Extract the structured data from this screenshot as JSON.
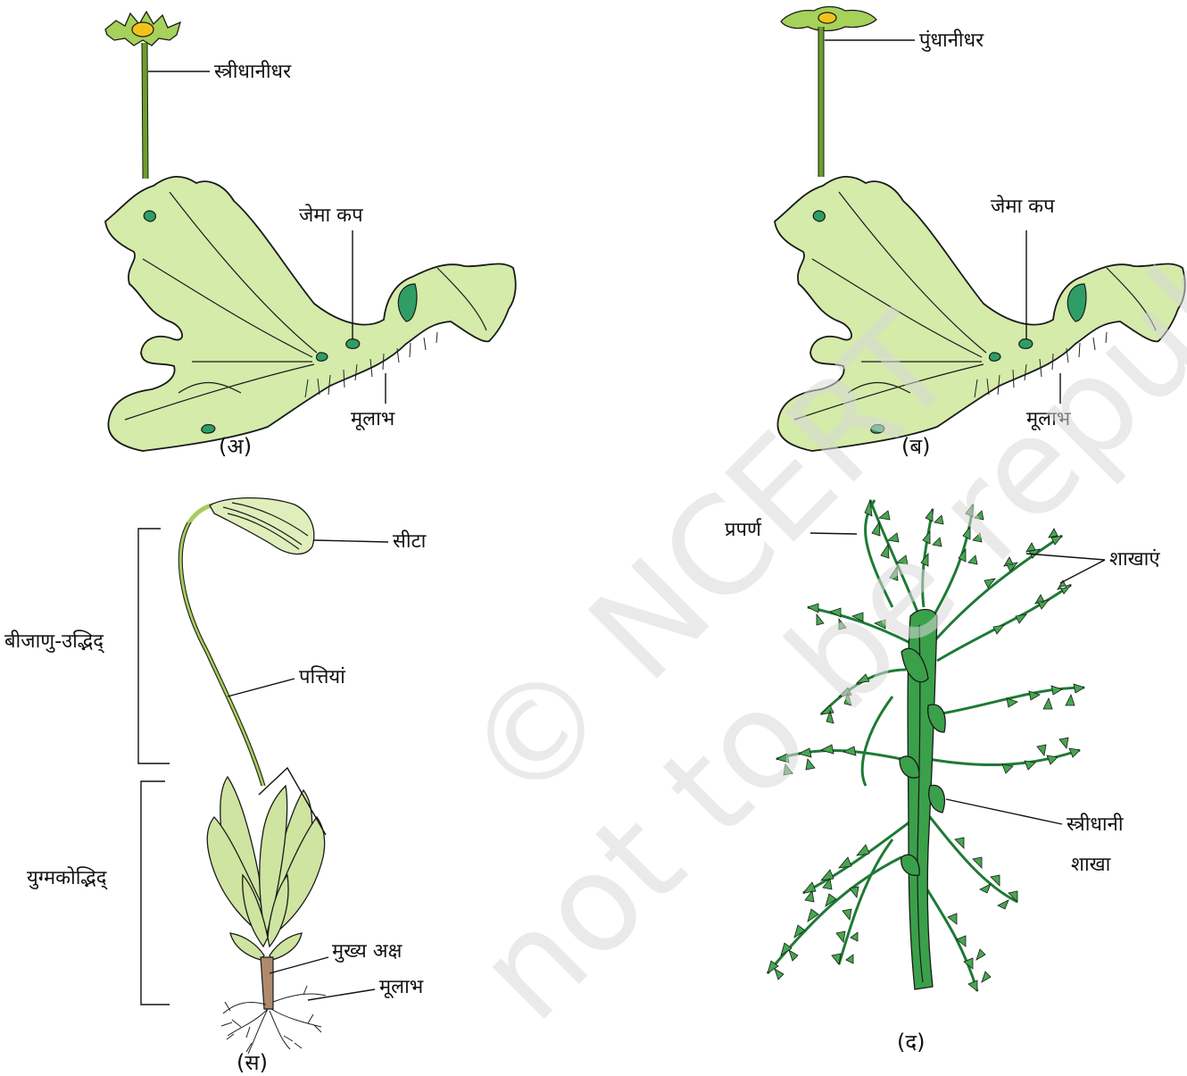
{
  "watermark": {
    "line1": "© NCERT",
    "line2": "not to be republished"
  },
  "panels": {
    "a": {
      "caption": "(अ)",
      "labels": {
        "archegoniophore": "स्त्रीधानीधर",
        "gemma_cup": "जेमा कप",
        "rhizoids": "मूलाभ"
      }
    },
    "b": {
      "caption": "(ब)",
      "labels": {
        "antheridiophore": "पुंधानीधर",
        "gemma_cup": "जेमा कप",
        "rhizoids": "मूलाभ"
      }
    },
    "c": {
      "caption": "(स)",
      "labels": {
        "capsule": "सीटा",
        "sporophyte": "बीजाणु-उद्भिद्",
        "leaves": "पत्तियां",
        "gametophyte": "युग्मकोद्भिद्",
        "main_axis": "मुख्य अक्ष",
        "rhizoids": "मूलाभ"
      }
    },
    "d": {
      "caption": "(द)",
      "labels": {
        "frond": "प्रपर्ण",
        "branches": "शाखाएं",
        "archegonial_branch_line1": "स्त्रीधानी",
        "archegonial_branch_line2": "शाखा"
      }
    }
  },
  "colors": {
    "thallus_fill": "#d4ebaa",
    "cup_green": "#2f9e66",
    "fern_green": "#45a84f",
    "stalk_green": "#6d9e2a"
  }
}
